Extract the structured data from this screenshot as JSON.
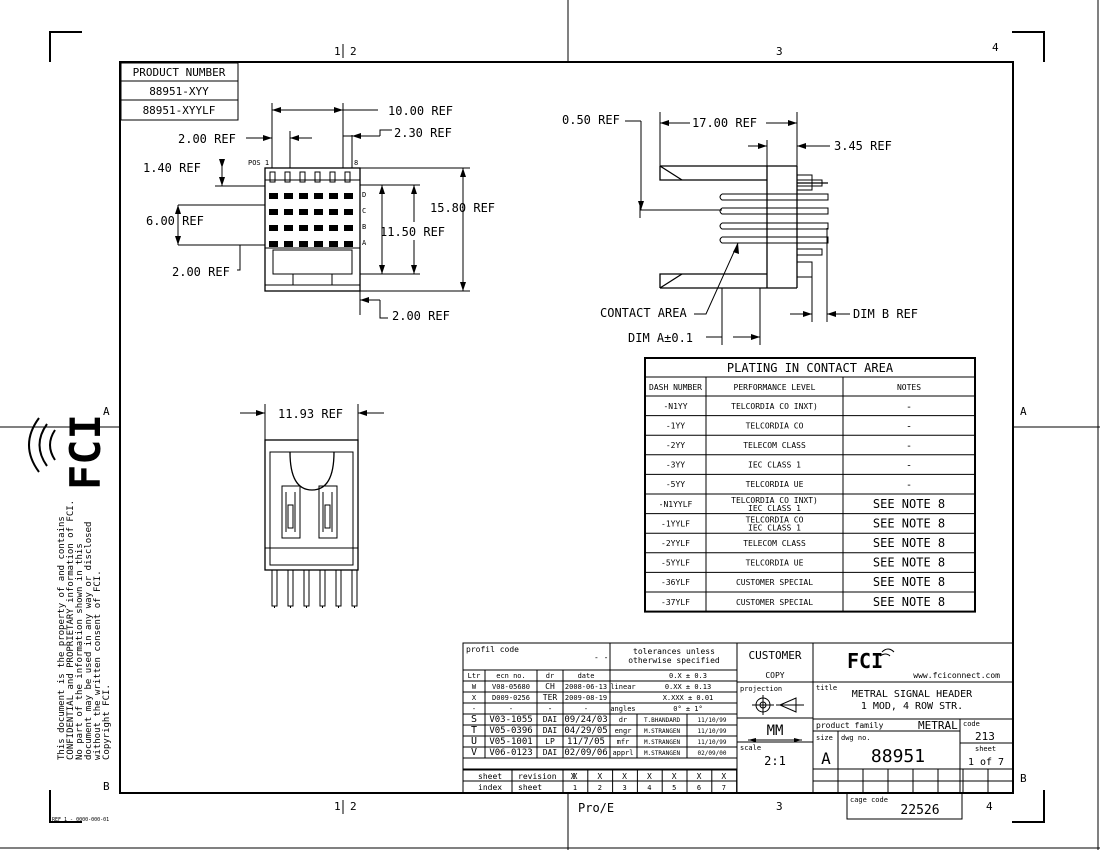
{
  "zone_labels": {
    "top": [
      "1",
      "2",
      "3",
      "4"
    ],
    "side": [
      "A",
      "B"
    ]
  },
  "product_number": {
    "header": "PRODUCT NUMBER",
    "rows": [
      "88951-XYY",
      "88951-XYYLF"
    ]
  },
  "front_view": {
    "dims": {
      "d10": "10.00 REF",
      "d2a": "2.00 REF",
      "d230": "2.30 REF",
      "d140": "1.40 REF",
      "d6": "6.00 REF",
      "d1150": "11.50 REF",
      "d1580": "15.80 REF",
      "d2b": "2.00 REF",
      "d2c": "2.00 REF"
    },
    "pos1": "POS 1",
    "pos8": "8",
    "rows": [
      "D",
      "C",
      "B",
      "A"
    ]
  },
  "side_view": {
    "dims": {
      "d050": "0.50 REF",
      "d17": "17.00 REF",
      "d345": "3.45 REF"
    },
    "contact_area": "CONTACT AREA",
    "dim_a": "DIM A±0.1",
    "dim_b": "DIM B REF"
  },
  "bottom_view": {
    "dim": "11.93 REF"
  },
  "plating": {
    "title": "PLATING IN CONTACT AREA",
    "headers": [
      "DASH NUMBER",
      "PERFORMANCE LEVEL",
      "NOTES"
    ],
    "rows": [
      {
        "dash": "-N1YY",
        "perf": [
          "TELCORDIA CO INXT)"
        ],
        "note": "-"
      },
      {
        "dash": "-1YY",
        "perf": [
          "TELCORDIA CO"
        ],
        "note": "-"
      },
      {
        "dash": "-2YY",
        "perf": [
          "TELECOM CLASS"
        ],
        "note": "-"
      },
      {
        "dash": "-3YY",
        "perf": [
          "IEC CLASS 1"
        ],
        "note": "-"
      },
      {
        "dash": "-5YY",
        "perf": [
          "TELCORDIA UE"
        ],
        "note": "-"
      },
      {
        "dash": "-N1YYLF",
        "perf": [
          "TELCORDIA CO INXT)",
          "IEC CLASS 1"
        ],
        "note": "SEE NOTE 8"
      },
      {
        "dash": "-1YYLF",
        "perf": [
          "TELCORDIA CO",
          "IEC CLASS 1"
        ],
        "note": "SEE NOTE 8"
      },
      {
        "dash": "-2YYLF",
        "perf": [
          "TELECOM CLASS"
        ],
        "note": "SEE NOTE 8"
      },
      {
        "dash": "-5YYLF",
        "perf": [
          "TELCORDIA UE"
        ],
        "note": "SEE NOTE 8"
      },
      {
        "dash": "-36YLF",
        "perf": [
          "CUSTOMER SPECIAL"
        ],
        "note": "SEE NOTE 8"
      },
      {
        "dash": "-37YLF",
        "perf": [
          "CUSTOMER SPECIAL"
        ],
        "note": "SEE NOTE 8"
      }
    ]
  },
  "logo": {
    "text": "FCI"
  },
  "disclaimer": [
    "This document is the property of and contains",
    "CONFIDENTIAL and PROPRIETARY information of FCI.",
    "No part of the information shown in this",
    "document may be used in any way or disclosed",
    "without the written consent of FCI.",
    "Copyright FCI."
  ],
  "title_block": {
    "profil_code": "profil code",
    "profil_dash": "- -",
    "tolerances": [
      "tolerances unless",
      "otherwise specified"
    ],
    "rev_headers": [
      "Ltr",
      "ecn no.",
      "dr",
      "date"
    ],
    "revs": [
      {
        "ltr": "W",
        "ecn": "V08-05680",
        "dr": "CH",
        "date": "2008-06-13"
      },
      {
        "ltr": "X",
        "ecn": "D009-0256",
        "dr": "TER",
        "date": "2009-08-19"
      },
      {
        "ltr": "-",
        "ecn": "-",
        "dr": "-",
        "date": "-"
      },
      {
        "ltr": "S",
        "ecn": "V03-1055",
        "dr": "DAI",
        "date": "09/24/03"
      },
      {
        "ltr": "T",
        "ecn": "V05-0396",
        "dr": "DAI",
        "date": "04/29/05"
      },
      {
        "ltr": "U",
        "ecn": "V05-1001",
        "dr": "LP",
        "date": "11/7/05"
      },
      {
        "ltr": "V",
        "ecn": "V06-0123",
        "dr": "DAI",
        "date": "02/09/06"
      }
    ],
    "tol_labels": [
      "linear",
      "",
      "angles"
    ],
    "tol_values": [
      "0.X ± 0.3",
      "0.XX ± 0.13",
      "X.XXX ± 0.01",
      "0° ± 1°"
    ],
    "sig_roles": [
      "dr",
      "engr",
      "mfr",
      "apprl"
    ],
    "sig_names": [
      "T.BHANDARD",
      "M.STRANGEN",
      "M.STRANGEN",
      "M.STRANGEN"
    ],
    "sig_dates": [
      "11/10/99",
      "11/10/99",
      "11/10/99",
      "02/09/00"
    ],
    "customer": "CUSTOMER",
    "copy": "COPY",
    "projection": "projection",
    "units": "MM",
    "scale_label": "scale",
    "scale": "2:1",
    "website": "www.fciconnect.com",
    "title_label": "title",
    "title": [
      "METRAL SIGNAL HEADER",
      "1 MOD, 4 ROW STR."
    ],
    "family_label": "product family",
    "family": "METRAL",
    "code_label": "code",
    "code": "213",
    "size_label": "size",
    "size": "A",
    "dwg_label": "dwg no.",
    "dwg_no": "88951",
    "sheet_label": "sheet",
    "sheet": "1 of 7",
    "sheet_row_label": "sheet",
    "index_label": "index",
    "revision_label": "revision",
    "sheet2_label": "sheet",
    "grid_rev": [
      "X",
      "X",
      "X",
      "X",
      "X",
      "X",
      "X",
      "X"
    ],
    "grid_idx": [
      "1",
      "2",
      "3",
      "4",
      "5",
      "6",
      "7"
    ],
    "cage_label": "cage code",
    "cage": "22526"
  },
  "proe": "Pro/E",
  "ref_small": "REF 1 - 0000-000-01"
}
